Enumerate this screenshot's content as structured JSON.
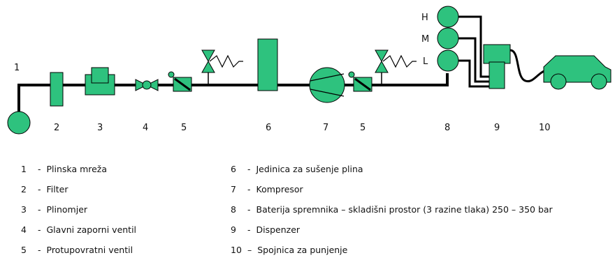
{
  "diagram": {
    "labels": {
      "n1": "1",
      "n2": "2",
      "n3": "3",
      "n4": "4",
      "n5a": "5",
      "n6": "6",
      "n7": "7",
      "n5b": "5",
      "n8": "8",
      "n9": "9",
      "n10": "10",
      "tank_h": "H",
      "tank_m": "M",
      "tank_l": "L"
    },
    "colors": {
      "fill": "#2ec27e",
      "line": "#000000"
    }
  },
  "legend": [
    {
      "num": "1",
      "sep": "-",
      "text": "Plinska mreža"
    },
    {
      "num": "2",
      "sep": "-",
      "text": "Filter"
    },
    {
      "num": "3",
      "sep": "-",
      "text": "Plinomjer"
    },
    {
      "num": "4",
      "sep": "-",
      "text": "Glavni zaporni ventil"
    },
    {
      "num": "5",
      "sep": "-",
      "text": "Protupovratni ventil"
    },
    {
      "num": "6",
      "sep": "-",
      "text": "Jedinica za sušenje plina"
    },
    {
      "num": "7",
      "sep": "-",
      "text": "Kompresor"
    },
    {
      "num": "8",
      "sep": "-",
      "text": "Baterija spremnika – skladišni prostor  (3 razine tlaka) 250 – 350 bar"
    },
    {
      "num": "9",
      "sep": "-",
      "text": "Dispenzer"
    },
    {
      "num": "10",
      "sep": "–",
      "text": "Spojnica za punjenje"
    }
  ]
}
